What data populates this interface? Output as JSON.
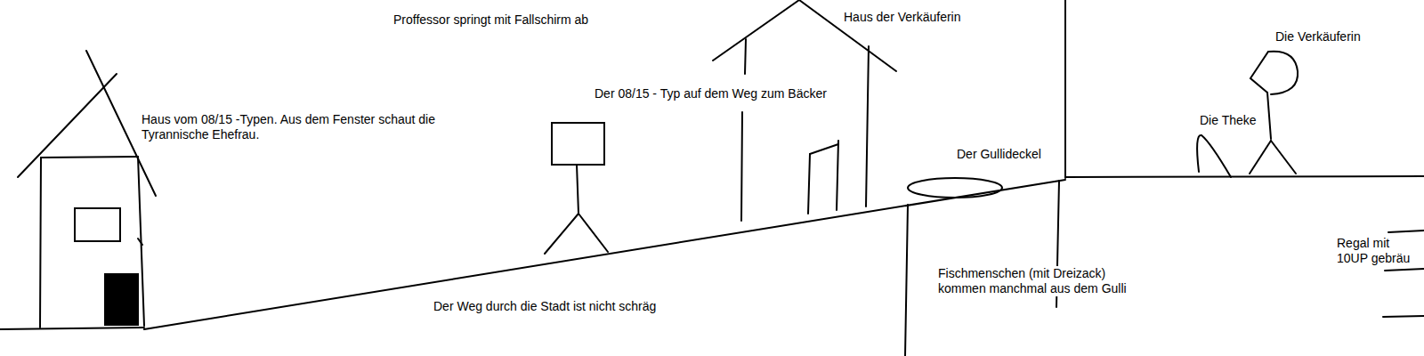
{
  "diagram": {
    "labels": [
      "Proffessor springt mit Fallschirm ab",
      "Haus der Verkäuferin",
      "Die Verkäuferin",
      "Haus vom 08/15 -Typen. Aus dem Fenster schaut die Tyrannische Ehefrau.",
      "Der 08/15 - Typ auf dem Weg zum Bäcker",
      "Die Theke",
      "Der Gullideckel",
      "Regal mit 10UP gebräu",
      "Fischmenschen (mit Dreizack) kommen manchmal aus dem Gulli",
      "Der Weg durch die Stadt ist nicht schräg"
    ]
  }
}
